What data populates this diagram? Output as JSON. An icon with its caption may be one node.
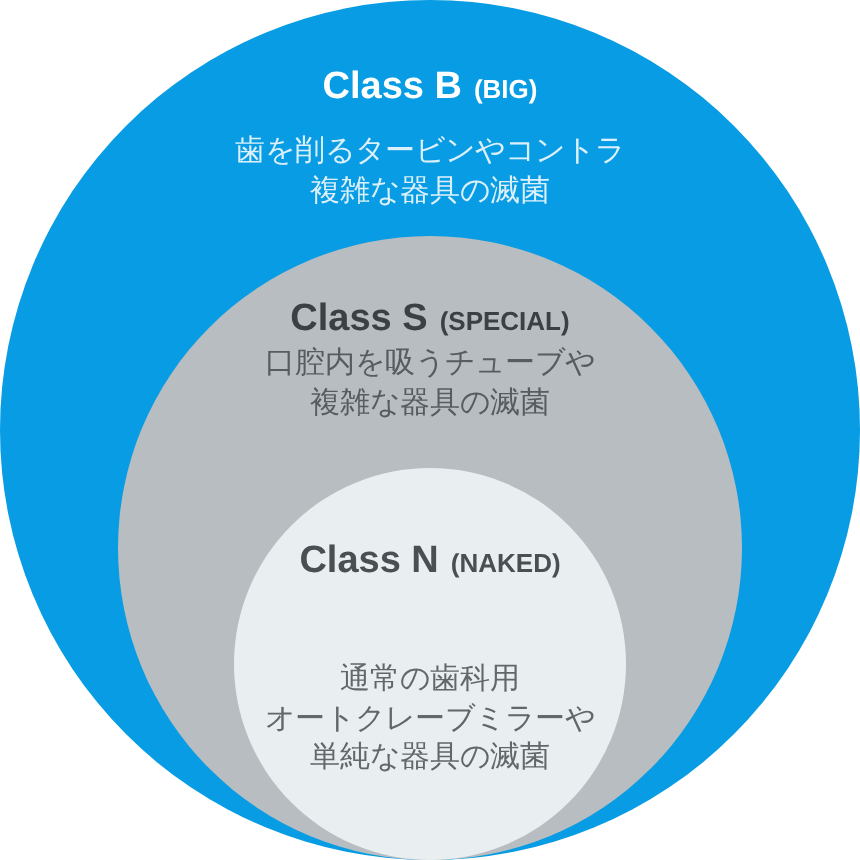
{
  "diagram": {
    "nodes": [
      {
        "text": [
          "Class B",
          "(BIG)",
          "歯を削るタービンやコントラ複雑な器具の滅菌"
        ]
      },
      {
        "text": [
          "Class S",
          "(SPECIAL)",
          "口腔内を吸うチューブや複雑な器具の滅菌"
        ],
        "in": 0
      },
      {
        "text": [
          "Class N",
          "(NAKED)",
          "通常の歯科用オートクレーブミラーや単純な器具の滅菌"
        ],
        "in": 1
      }
    ]
  }
}
